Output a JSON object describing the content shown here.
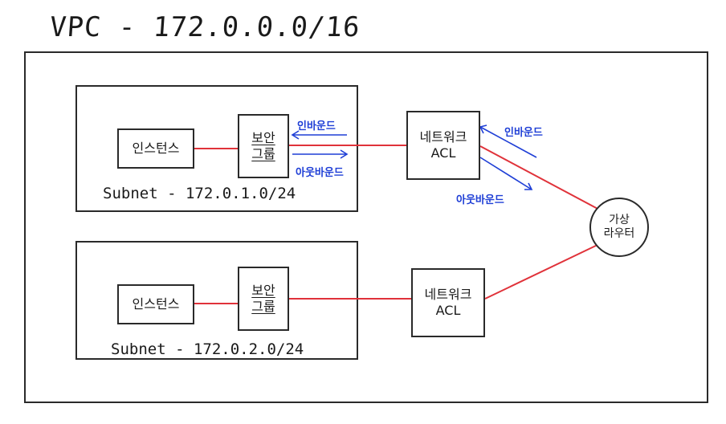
{
  "vpc": {
    "title": "VPC - 172.0.0.0/16"
  },
  "subnets": [
    {
      "label": "Subnet - 172.0.1.0/24",
      "instance": "인스턴스",
      "security_group": {
        "line1": "보안",
        "line2": "그룹"
      },
      "nacl": {
        "line1": "네트워크",
        "line2": "ACL"
      },
      "inbound_sg": "인바운드",
      "outbound_sg": "아웃바운드",
      "inbound_acl": "인바운드",
      "outbound_acl": "아웃바운드"
    },
    {
      "label": "Subnet - 172.0.2.0/24",
      "instance": "인스턴스",
      "security_group": {
        "line1": "보안",
        "line2": "그룹"
      },
      "nacl": {
        "line1": "네트워크",
        "line2": "ACL"
      }
    }
  ],
  "router": {
    "line1": "가상",
    "line2": "라우터"
  },
  "colors": {
    "connection": "#e0323a",
    "traffic": "#1f3fd6",
    "stroke": "#2a2a2a"
  }
}
